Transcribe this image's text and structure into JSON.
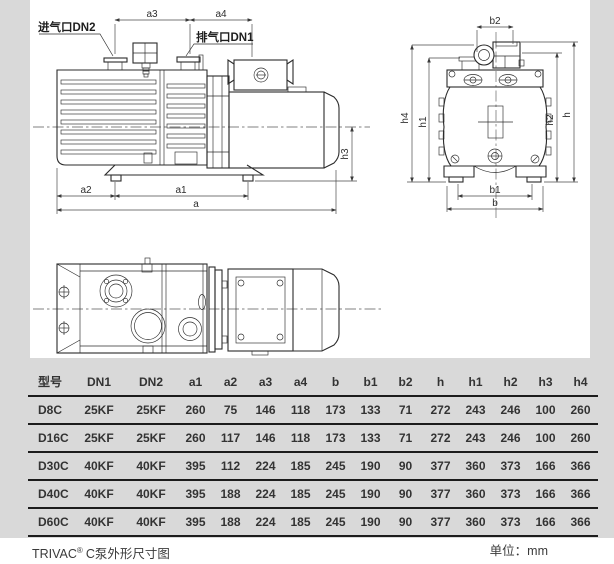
{
  "page": {
    "background": "#d9d9d9",
    "panel_background": "#ffffff",
    "line_color": "#2b2b2b",
    "table_rule_color": "#1c1c1c"
  },
  "drawing": {
    "side_view": {
      "intake_label": "进气口DN2",
      "exhaust_label": "排气口DN1"
    },
    "dims": {
      "a": "a",
      "a1": "a1",
      "a2": "a2",
      "a3": "a3",
      "a4": "a4",
      "b": "b",
      "b1": "b1",
      "b2": "b2",
      "h": "h",
      "h1": "h1",
      "h2": "h2",
      "h3": "h3",
      "h4": "h4"
    }
  },
  "table": {
    "headers": [
      "型号",
      "DN1",
      "DN2",
      "a1",
      "a2",
      "a3",
      "a4",
      "b",
      "b1",
      "b2",
      "h",
      "h1",
      "h2",
      "h3",
      "h4"
    ],
    "rows": [
      [
        "D8C",
        "25KF",
        "25KF",
        "260",
        "75",
        "146",
        "118",
        "173",
        "133",
        "71",
        "272",
        "243",
        "246",
        "100",
        "260"
      ],
      [
        "D16C",
        "25KF",
        "25KF",
        "260",
        "117",
        "146",
        "118",
        "173",
        "133",
        "71",
        "272",
        "243",
        "246",
        "100",
        "260"
      ],
      [
        "D30C",
        "40KF",
        "40KF",
        "395",
        "112",
        "224",
        "185",
        "245",
        "190",
        "90",
        "377",
        "360",
        "373",
        "166",
        "366"
      ],
      [
        "D40C",
        "40KF",
        "40KF",
        "395",
        "188",
        "224",
        "185",
        "245",
        "190",
        "90",
        "377",
        "360",
        "373",
        "166",
        "366"
      ],
      [
        "D60C",
        "40KF",
        "40KF",
        "395",
        "188",
        "224",
        "185",
        "245",
        "190",
        "90",
        "377",
        "360",
        "373",
        "166",
        "366"
      ]
    ]
  },
  "footer": {
    "brand": "TRIVAC",
    "reg": "®",
    "caption": "C泵外形尺寸图",
    "unit": "单位：mm"
  }
}
